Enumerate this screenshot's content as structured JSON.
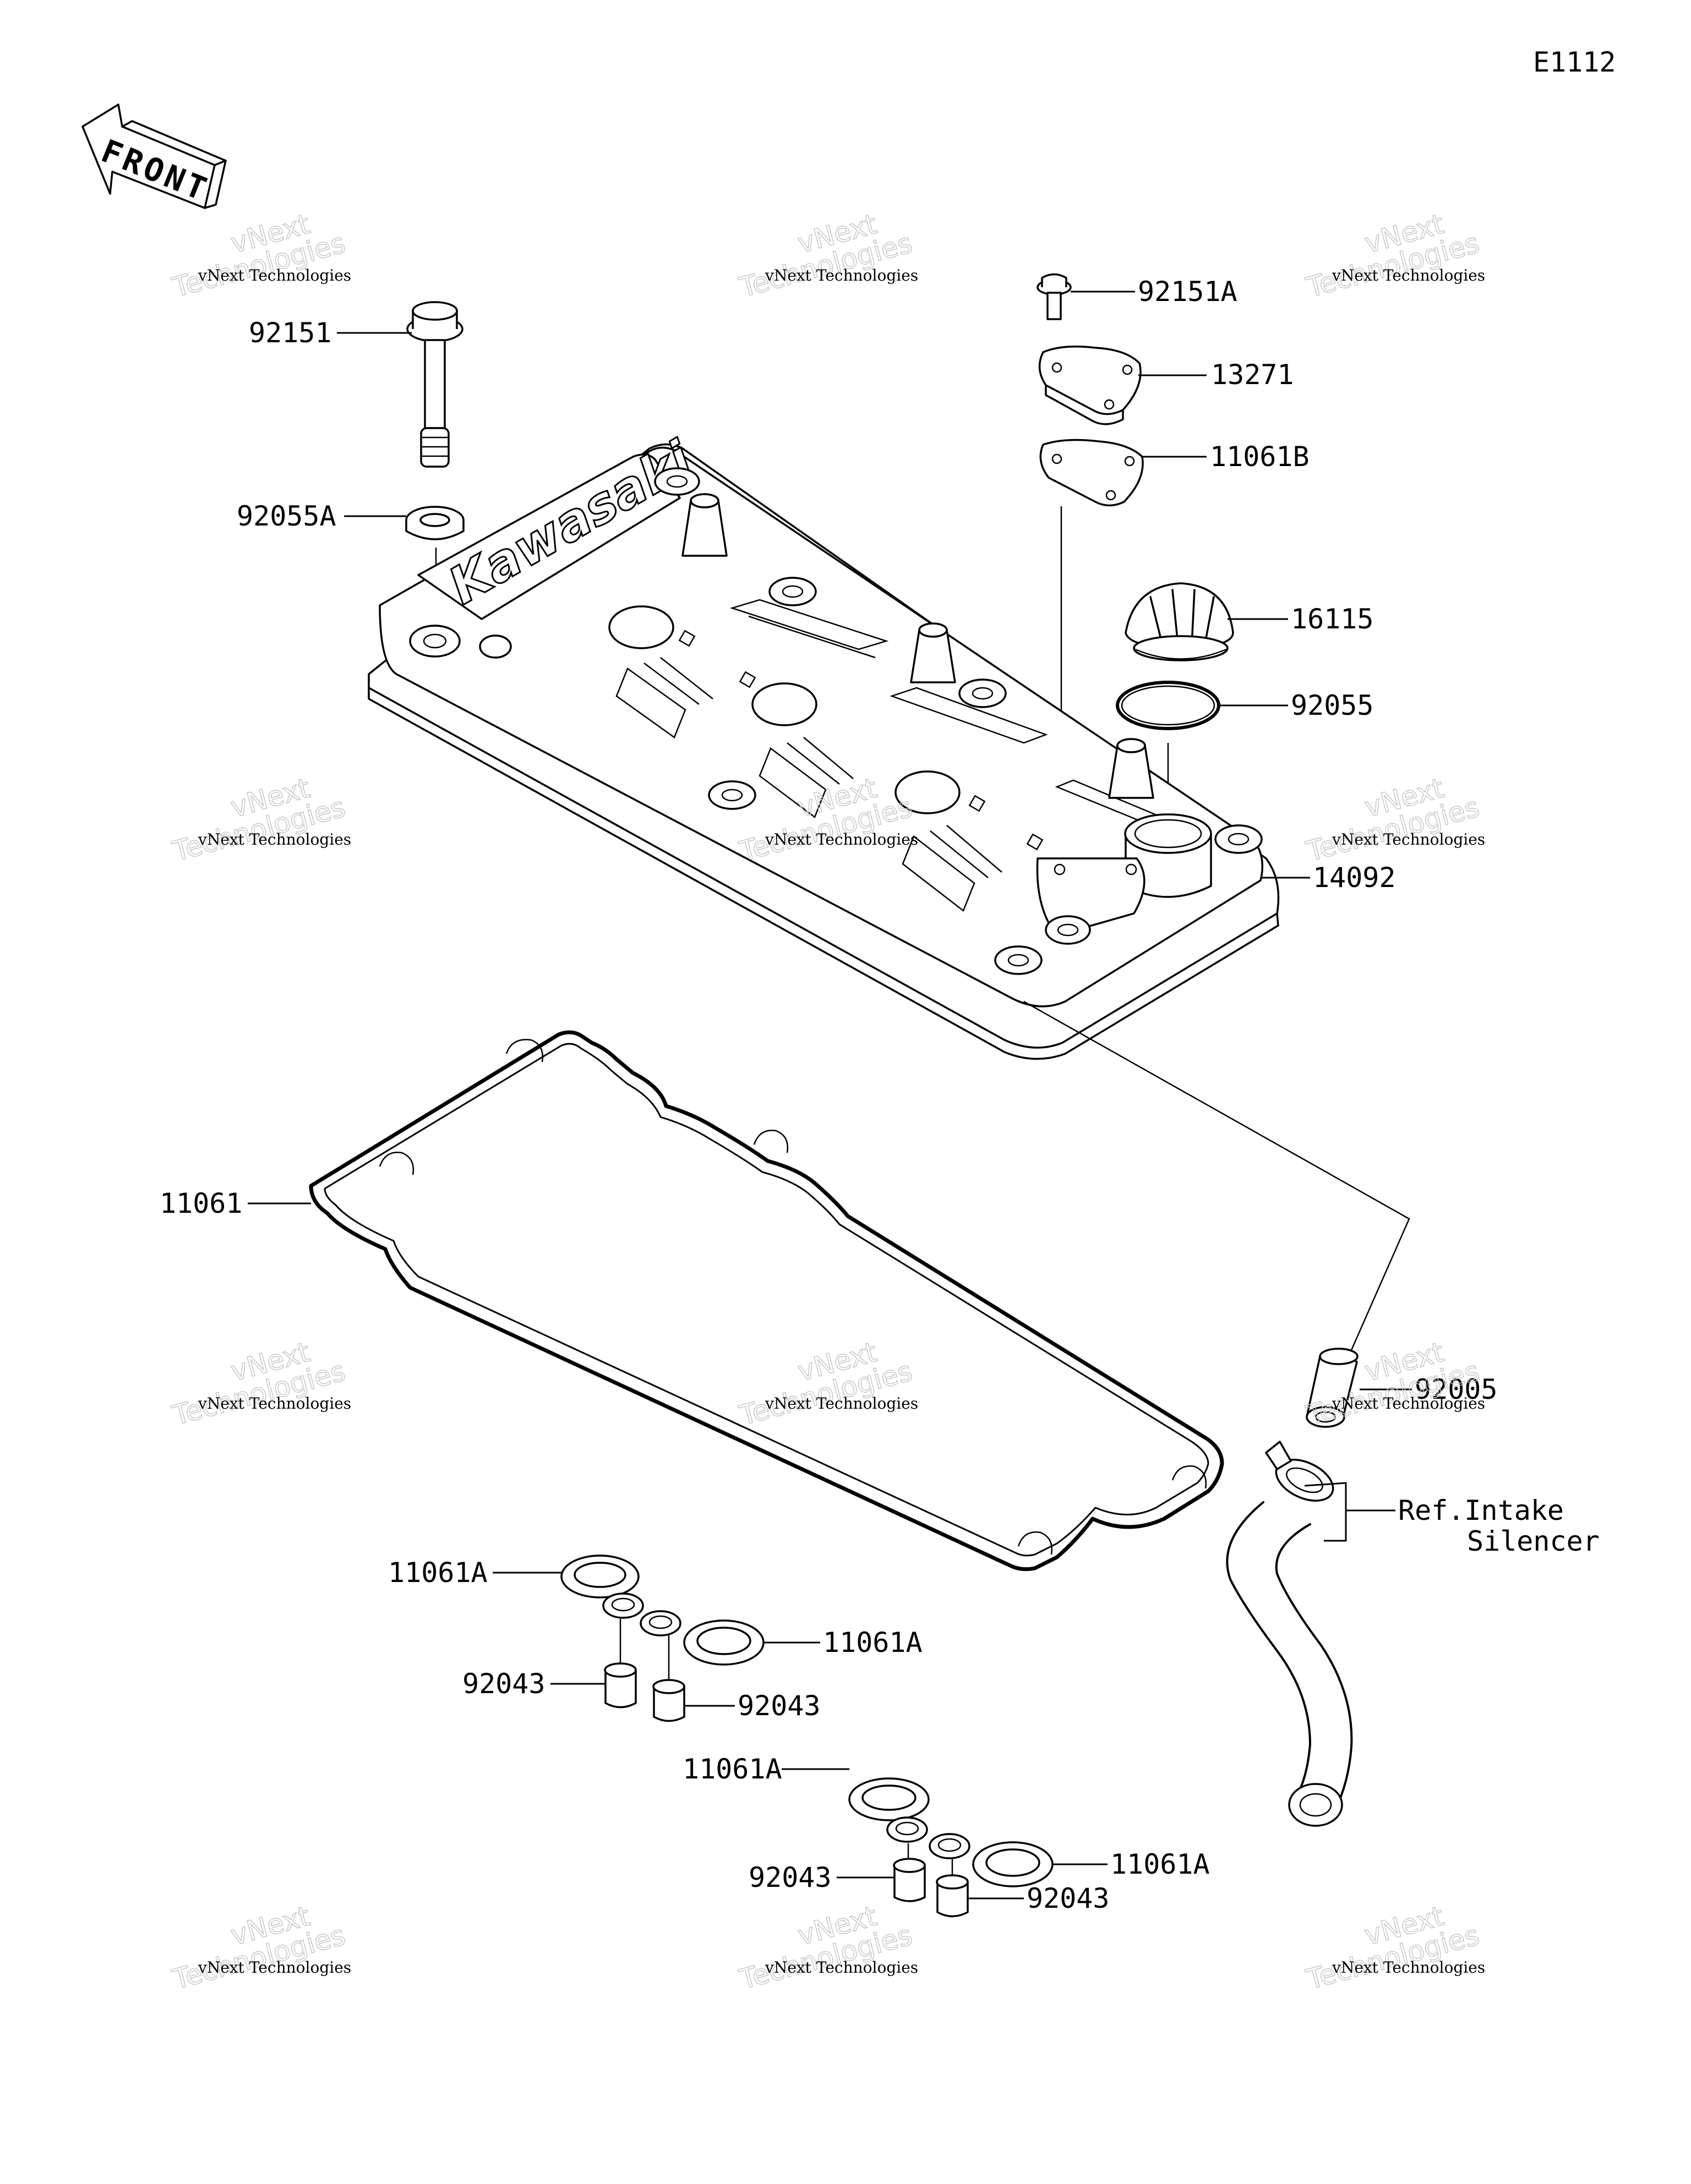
{
  "diagram_code": "E1112",
  "front_label": "FRONT",
  "brand_mark": "Kawasaki",
  "watermark": {
    "line1": "vNext Technologies",
    "line2": "vNext",
    "line3": "Technologies"
  },
  "parts": {
    "p92151": "92151",
    "p92055A": "92055A",
    "p92151A": "92151A",
    "p13271": "13271",
    "p11061B": "11061B",
    "p16115": "16115",
    "p92055": "92055",
    "p14092": "14092",
    "p11061": "11061",
    "p92005": "92005",
    "ref_intake_1": "Ref.Intake",
    "ref_intake_2": "Silencer",
    "p11061A_1": "11061A",
    "p92043_1": "92043",
    "p11061A_2": "11061A",
    "p92043_2": "92043",
    "p11061A_3": "11061A",
    "p92043_3": "92043",
    "p11061A_4": "11061A",
    "p92043_4": "92043"
  }
}
